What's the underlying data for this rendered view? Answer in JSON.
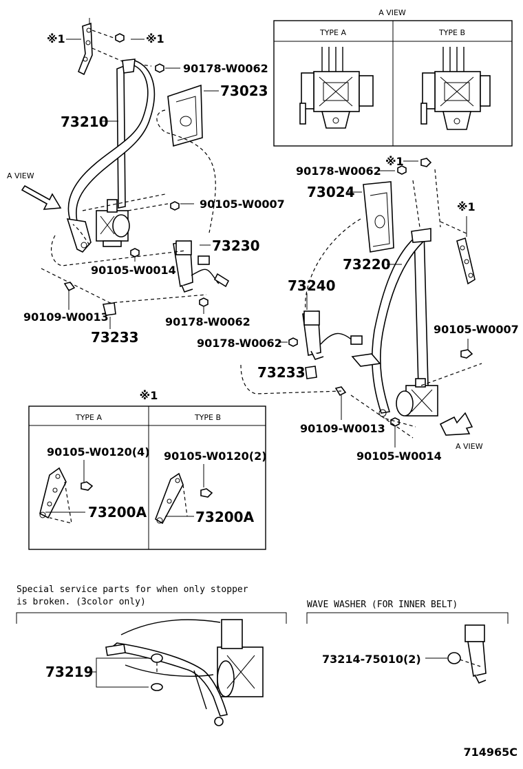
{
  "a_view_panel": {
    "title": "A VIEW",
    "type_a": "TYPE A",
    "type_b": "TYPE B"
  },
  "left_assembly": {
    "mark_1a": "※1",
    "mark_1b": "※1",
    "bolt_top": "90178-W0062",
    "cover": "73023",
    "belt": "73210",
    "a_view": "A VIEW",
    "bolt_retractor": "90105-W0007",
    "buckle": "73230",
    "bolt_lower": "90105-W0014",
    "bolt_anchor": "90109-W0013",
    "bolt_buckle": "90178-W0062",
    "stopper": "73233"
  },
  "right_assembly": {
    "mark_1a": "※1",
    "mark_1b": "※1",
    "bolt_top": "90178-W0062",
    "cover": "73024",
    "belt": "73220",
    "buckle": "73240",
    "bolt_retractor": "90105-W0007",
    "bolt_buckle": "90178-W0062",
    "stopper": "73233",
    "bolt_anchor": "90109-W0013",
    "bolt_lower": "90105-W0014",
    "a_view": "A VIEW"
  },
  "adjuster_panel": {
    "mark": "※1",
    "type_a": "TYPE A",
    "type_b": "TYPE B",
    "bolt_a": "90105-W0120(4)",
    "bolt_b": "90105-W0120(2)",
    "adjuster_a": "73200A",
    "adjuster_b": "73200A"
  },
  "stopper_note": {
    "line1": "Special service parts for when only stopper",
    "line2": " is broken. (3color only)",
    "part": "73219"
  },
  "washer_note": {
    "title": "WAVE WASHER (FOR INNER BELT)",
    "part": "73214-75010(2)"
  },
  "diagram_id": "714965C"
}
